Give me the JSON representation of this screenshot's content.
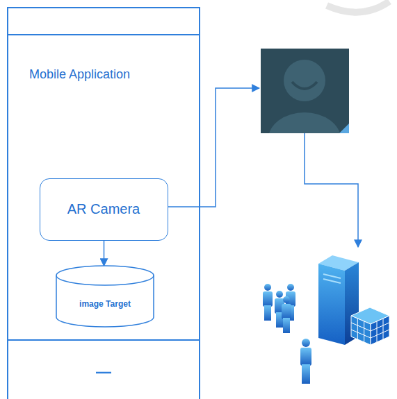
{
  "diagram": {
    "nodes": [
      {
        "text": [
          "Mobile Application"
        ]
      },
      {
        "text": [
          "AR Camera"
        ],
        "in": 0
      },
      {
        "text": [
          "image Target"
        ],
        "in": 0
      }
    ],
    "edges": [
      {
        "from": 1,
        "to": 2,
        "arrow": "to"
      }
    ]
  }
}
